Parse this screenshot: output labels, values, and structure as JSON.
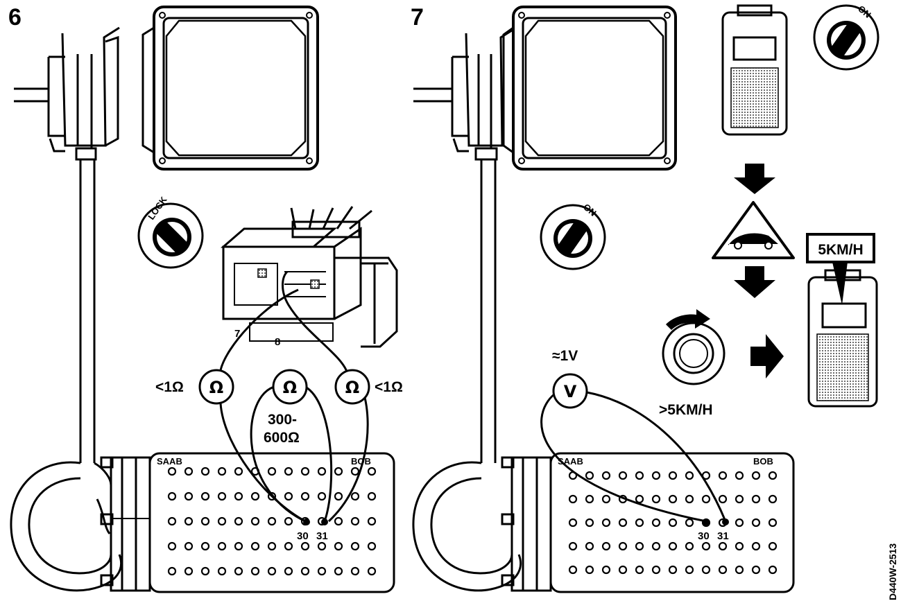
{
  "steps": {
    "left": {
      "number": "6",
      "switch_label": "LOCK",
      "connector_pins": {
        "a": "7",
        "b": "8"
      },
      "meters": [
        {
          "symbol": "Ω",
          "value": "<1Ω"
        },
        {
          "symbol": "Ω",
          "value_line1": "300-",
          "value_line2": "600Ω"
        },
        {
          "symbol": "Ω",
          "value": "<1Ω"
        }
      ],
      "breakout_box": {
        "brand": "SAAB",
        "name": "BOB",
        "pin_a": "30",
        "pin_b": "31"
      }
    },
    "right": {
      "number": "7",
      "switch_label": "ON",
      "tester_switch_label": "ON",
      "meter": {
        "symbol": "V",
        "value": "≈1V"
      },
      "speed_condition": ">5KM/H",
      "display_callout": "5KM/H",
      "breakout_box": {
        "brand": "SAAB",
        "name": "BOB",
        "pin_a": "30",
        "pin_b": "31"
      }
    }
  },
  "reference_code": "D440W-2513",
  "colors": {
    "ink": "#000000",
    "paper": "#ffffff"
  },
  "icons": [
    "ignition-switch-icon",
    "hand-tester-icon",
    "arrow-down-icon",
    "arrow-right-icon",
    "car-warning-triangle-icon",
    "wheel-rotation-icon",
    "ecu-box-icon",
    "breakout-box-icon"
  ]
}
